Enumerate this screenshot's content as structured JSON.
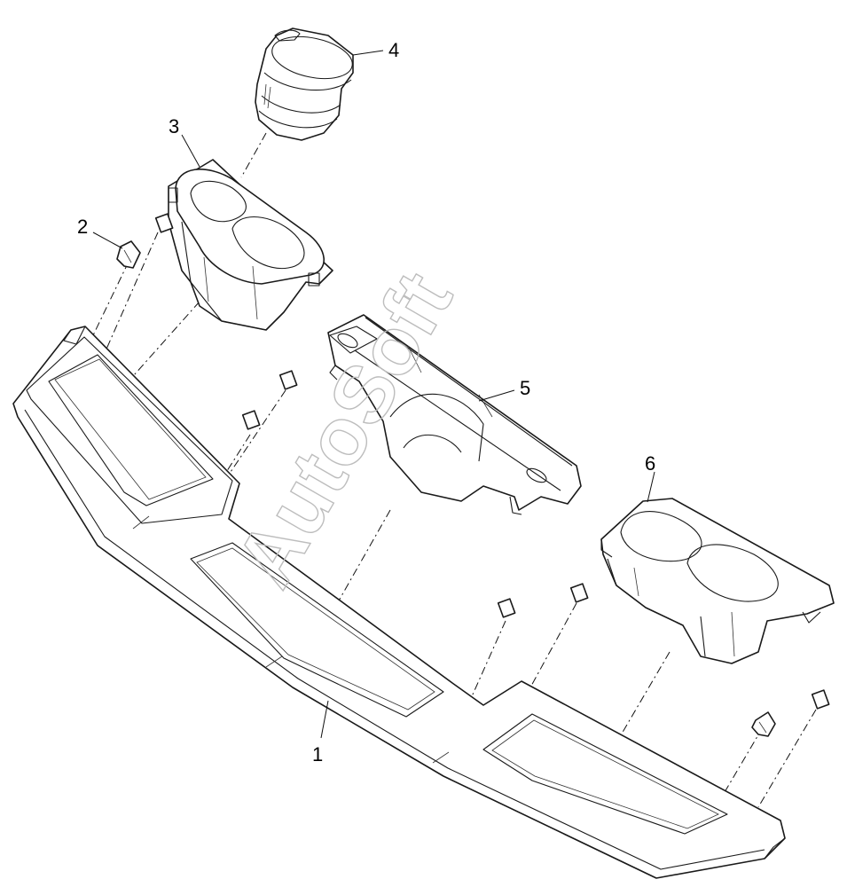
{
  "callouts": {
    "c1": "1",
    "c2": "2",
    "c3": "3",
    "c4": "4",
    "c5": "5",
    "c6": "6"
  },
  "watermark": "AutoSoft"
}
